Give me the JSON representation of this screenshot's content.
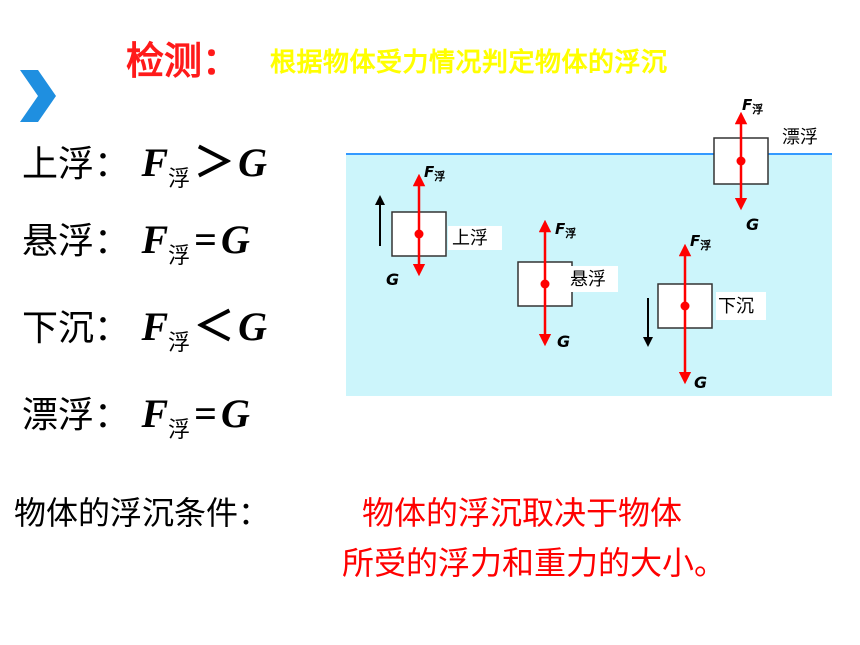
{
  "header": {
    "title": "检测：",
    "subtitle": "根据物体受力情况判定物体的浮沉"
  },
  "conditions": [
    {
      "label": "上浮：",
      "force": "F",
      "sub": "浮",
      "relation": "＞",
      "weight": "G"
    },
    {
      "label": "悬浮：",
      "force": "F",
      "sub": "浮",
      "relation": "=",
      "weight": "G"
    },
    {
      "label": "下沉：",
      "force": "F",
      "sub": "浮",
      "relation": "＜",
      "weight": "G"
    },
    {
      "label": "漂浮：",
      "force": "F",
      "sub": "浮",
      "relation": "=",
      "weight": "G"
    }
  ],
  "diagram": {
    "states": [
      {
        "name": "上浮",
        "force_label": "F",
        "force_sub": "浮",
        "weight_label": "G"
      },
      {
        "name": "悬浮",
        "force_label": "F",
        "force_sub": "浮",
        "weight_label": "G"
      },
      {
        "name": "下沉",
        "force_label": "F",
        "force_sub": "浮",
        "weight_label": "G"
      },
      {
        "name": "漂浮",
        "force_label": "F",
        "force_sub": "浮",
        "weight_label": "G"
      }
    ]
  },
  "conclusion": {
    "label": "物体的浮沉条件：",
    "line1": "物体的浮沉取决于物体",
    "line2": "所受的浮力和重力的大小。"
  },
  "colors": {
    "title": "#ff1a1a",
    "subtitle": "#ffff00",
    "water": "#ccf5fb",
    "water_line": "#3399ff",
    "arrow": "#ff0000",
    "chevron": "#1f8fe0"
  }
}
